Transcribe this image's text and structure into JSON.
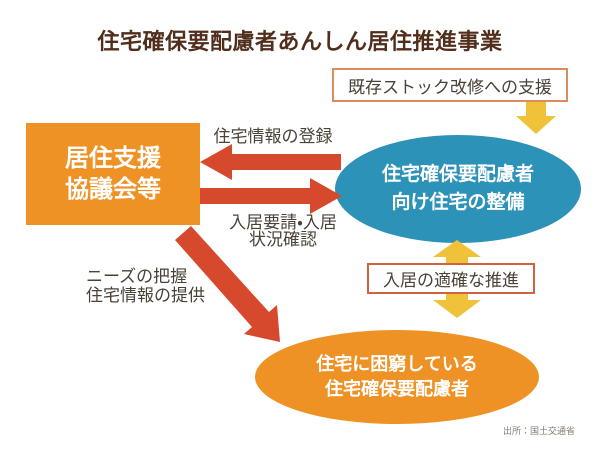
{
  "page": {
    "title": "住宅確保要配慮者あんしん居住推進事業",
    "source": "出所：国土交通省"
  },
  "nodes": {
    "council": {
      "line1": "居住支援",
      "line2": "協議会等"
    },
    "housing_development": {
      "line1": "住宅確保要配慮者",
      "line2": "向け住宅の整備"
    },
    "needy_people": {
      "line1": "住宅に困窮している",
      "line2": "住宅確保要配慮者"
    },
    "stock_support": {
      "label": "既存ストック改修への支援"
    },
    "occupancy_promotion": {
      "label": "入居の適確な推進"
    }
  },
  "edge_labels": {
    "registration": "住宅情報の登録",
    "movein_line1": "入居要請・入居",
    "movein_line2": "状況確認",
    "needs_line1": "ニーズの把握",
    "needs_line2": "住宅情報の提供"
  },
  "colors": {
    "orange": "#EF9226",
    "teal": "#2D92B7",
    "red": "#D6492C",
    "yellow": "#F0C23A",
    "title_text": "#512E1C",
    "label_text": "#4A4237",
    "white_text": "#FFFFFF",
    "stock_box_border": "#DC8C5C",
    "promotion_box_border": "#CE6240",
    "source_text": "#837C72"
  }
}
